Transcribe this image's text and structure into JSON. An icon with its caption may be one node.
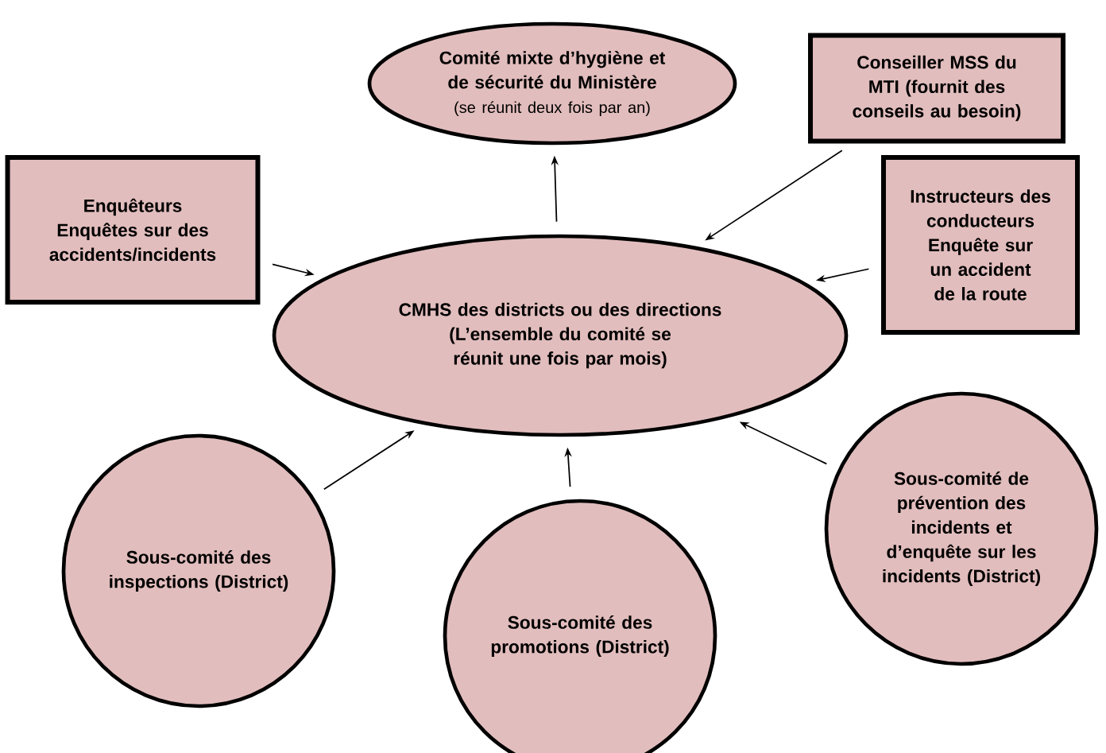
{
  "diagram": {
    "nodes": [
      {
        "text": [
          "Comité mixte d’hygiène et de sécurité du Ministère",
          "(se réunit deux fois par an)"
        ]
      },
      {
        "text": [
          "Conseiller MSS du MTI (fournit des conseils au besoin)"
        ]
      },
      {
        "text": [
          "Enquêteurs",
          "Enquêtes sur des accidents/incidents"
        ]
      },
      {
        "text": [
          "Instructeurs des conducteurs",
          "Enquête sur un accident de la route"
        ]
      },
      {
        "text": [
          "CMHS des districts ou des directions",
          "(L’ensemble du comité se réunit une fois par mois)"
        ]
      },
      {
        "text": [
          "Sous-comité des inspections (District)"
        ]
      },
      {
        "text": [
          "Sous-comité des promotions (District)"
        ]
      },
      {
        "text": [
          "Sous-comité de prévention des incidents et d’enquête sur les incidents (District)"
        ]
      }
    ],
    "edges": [
      {
        "from": 4,
        "to": 0,
        "arrow": "to"
      },
      {
        "from": 1,
        "to": 4,
        "arrow": "to"
      },
      {
        "from": 2,
        "to": 4,
        "arrow": "to"
      },
      {
        "from": 3,
        "to": 4,
        "arrow": "to"
      },
      {
        "from": 5,
        "to": 4,
        "arrow": "to"
      },
      {
        "from": 6,
        "to": 4,
        "arrow": "to"
      },
      {
        "from": 7,
        "to": 4,
        "arrow": "to"
      }
    ]
  }
}
